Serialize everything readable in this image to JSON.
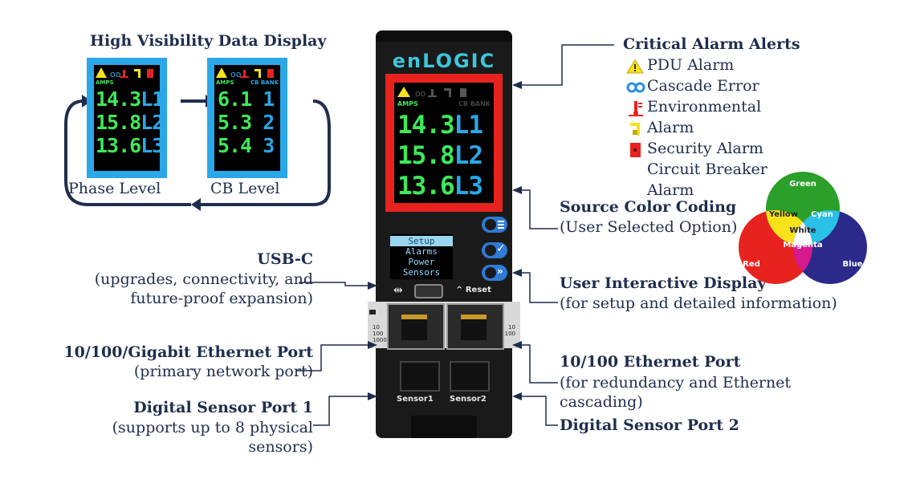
{
  "left_panel": {
    "title": "High Visibility Data Display",
    "amps_label": "AMPS",
    "cb_bank_label": "CB BANK",
    "phase": {
      "label": "Phase Level",
      "rows": [
        {
          "value": "14.3",
          "line": "L1"
        },
        {
          "value": "15.8",
          "line": "L2"
        },
        {
          "value": "13.6",
          "line": "L3"
        }
      ]
    },
    "cb": {
      "label": "CB Level",
      "rows": [
        {
          "value": "6.1",
          "line": "1"
        },
        {
          "value": "5.3",
          "line": "2"
        },
        {
          "value": "5.4",
          "line": "3"
        }
      ]
    }
  },
  "device": {
    "logo": "enLOGIC",
    "main_display": {
      "amps_label": "AMPS",
      "cb_bank_label": "CB BANK",
      "rows": [
        {
          "value": "14.3",
          "line": "L1"
        },
        {
          "value": "15.8",
          "line": "L2"
        },
        {
          "value": "13.6",
          "line": "L3"
        }
      ]
    },
    "menu": {
      "items": [
        "Setup",
        "Alarms",
        "Power",
        "Sensors"
      ]
    },
    "reset_label": "^ Reset",
    "port_speed_left": [
      "10",
      "100",
      "1000"
    ],
    "port_speed_right": [
      "10",
      "100"
    ],
    "sensor_labels": [
      "Sensor1",
      "Sensor2"
    ]
  },
  "callouts": {
    "usbc": {
      "title": "USB-C",
      "lines": [
        "(upgrades, connectivity, and",
        "future-proof expansion)"
      ]
    },
    "gigabit": {
      "title": "10/100/Gigabit Ethernet Port",
      "lines": [
        "(primary network port)"
      ]
    },
    "sensor1": {
      "title": "Digital Sensor Port 1",
      "lines": [
        "(supports up to 8 physical",
        "sensors)"
      ]
    },
    "critical": {
      "title": "Critical Alarm Alerts",
      "items": [
        {
          "icon": "warning-triangle-icon",
          "label": "PDU Alarm"
        },
        {
          "icon": "cascade-link-icon",
          "label": "Cascade Error"
        },
        {
          "icon": "thermometer-icon",
          "label": "Environmental"
        },
        {
          "icon": "alarm-icon",
          "label": "Alarm"
        },
        {
          "icon": "security-icon",
          "label": "Security Alarm"
        },
        {
          "icon": "",
          "label": "Circuit Breaker"
        },
        {
          "icon": "",
          "label": "Alarm"
        }
      ]
    },
    "color_coding": {
      "title": "Source Color Coding",
      "line": "(User Selected Option)"
    },
    "interactive": {
      "title": "User Interactive Display",
      "line": "(for setup and detailed information)"
    },
    "eth100": {
      "title": "10/100 Ethernet Port",
      "lines": [
        "(for redundancy and Ethernet",
        "cascading)"
      ]
    },
    "sensor2": {
      "title": "Digital Sensor Port 2"
    }
  },
  "venn": {
    "labels": [
      "Green",
      "Yellow",
      "Cyan",
      "White",
      "Red",
      "Magenta",
      "Blue"
    ]
  },
  "colors": {
    "navy": "#1f2d4d",
    "lcd_blue": "#2aa7e8",
    "lcd_green": "#3ee85a",
    "lcd_red": "#e8231f",
    "device_body": "#1a1a1a"
  }
}
